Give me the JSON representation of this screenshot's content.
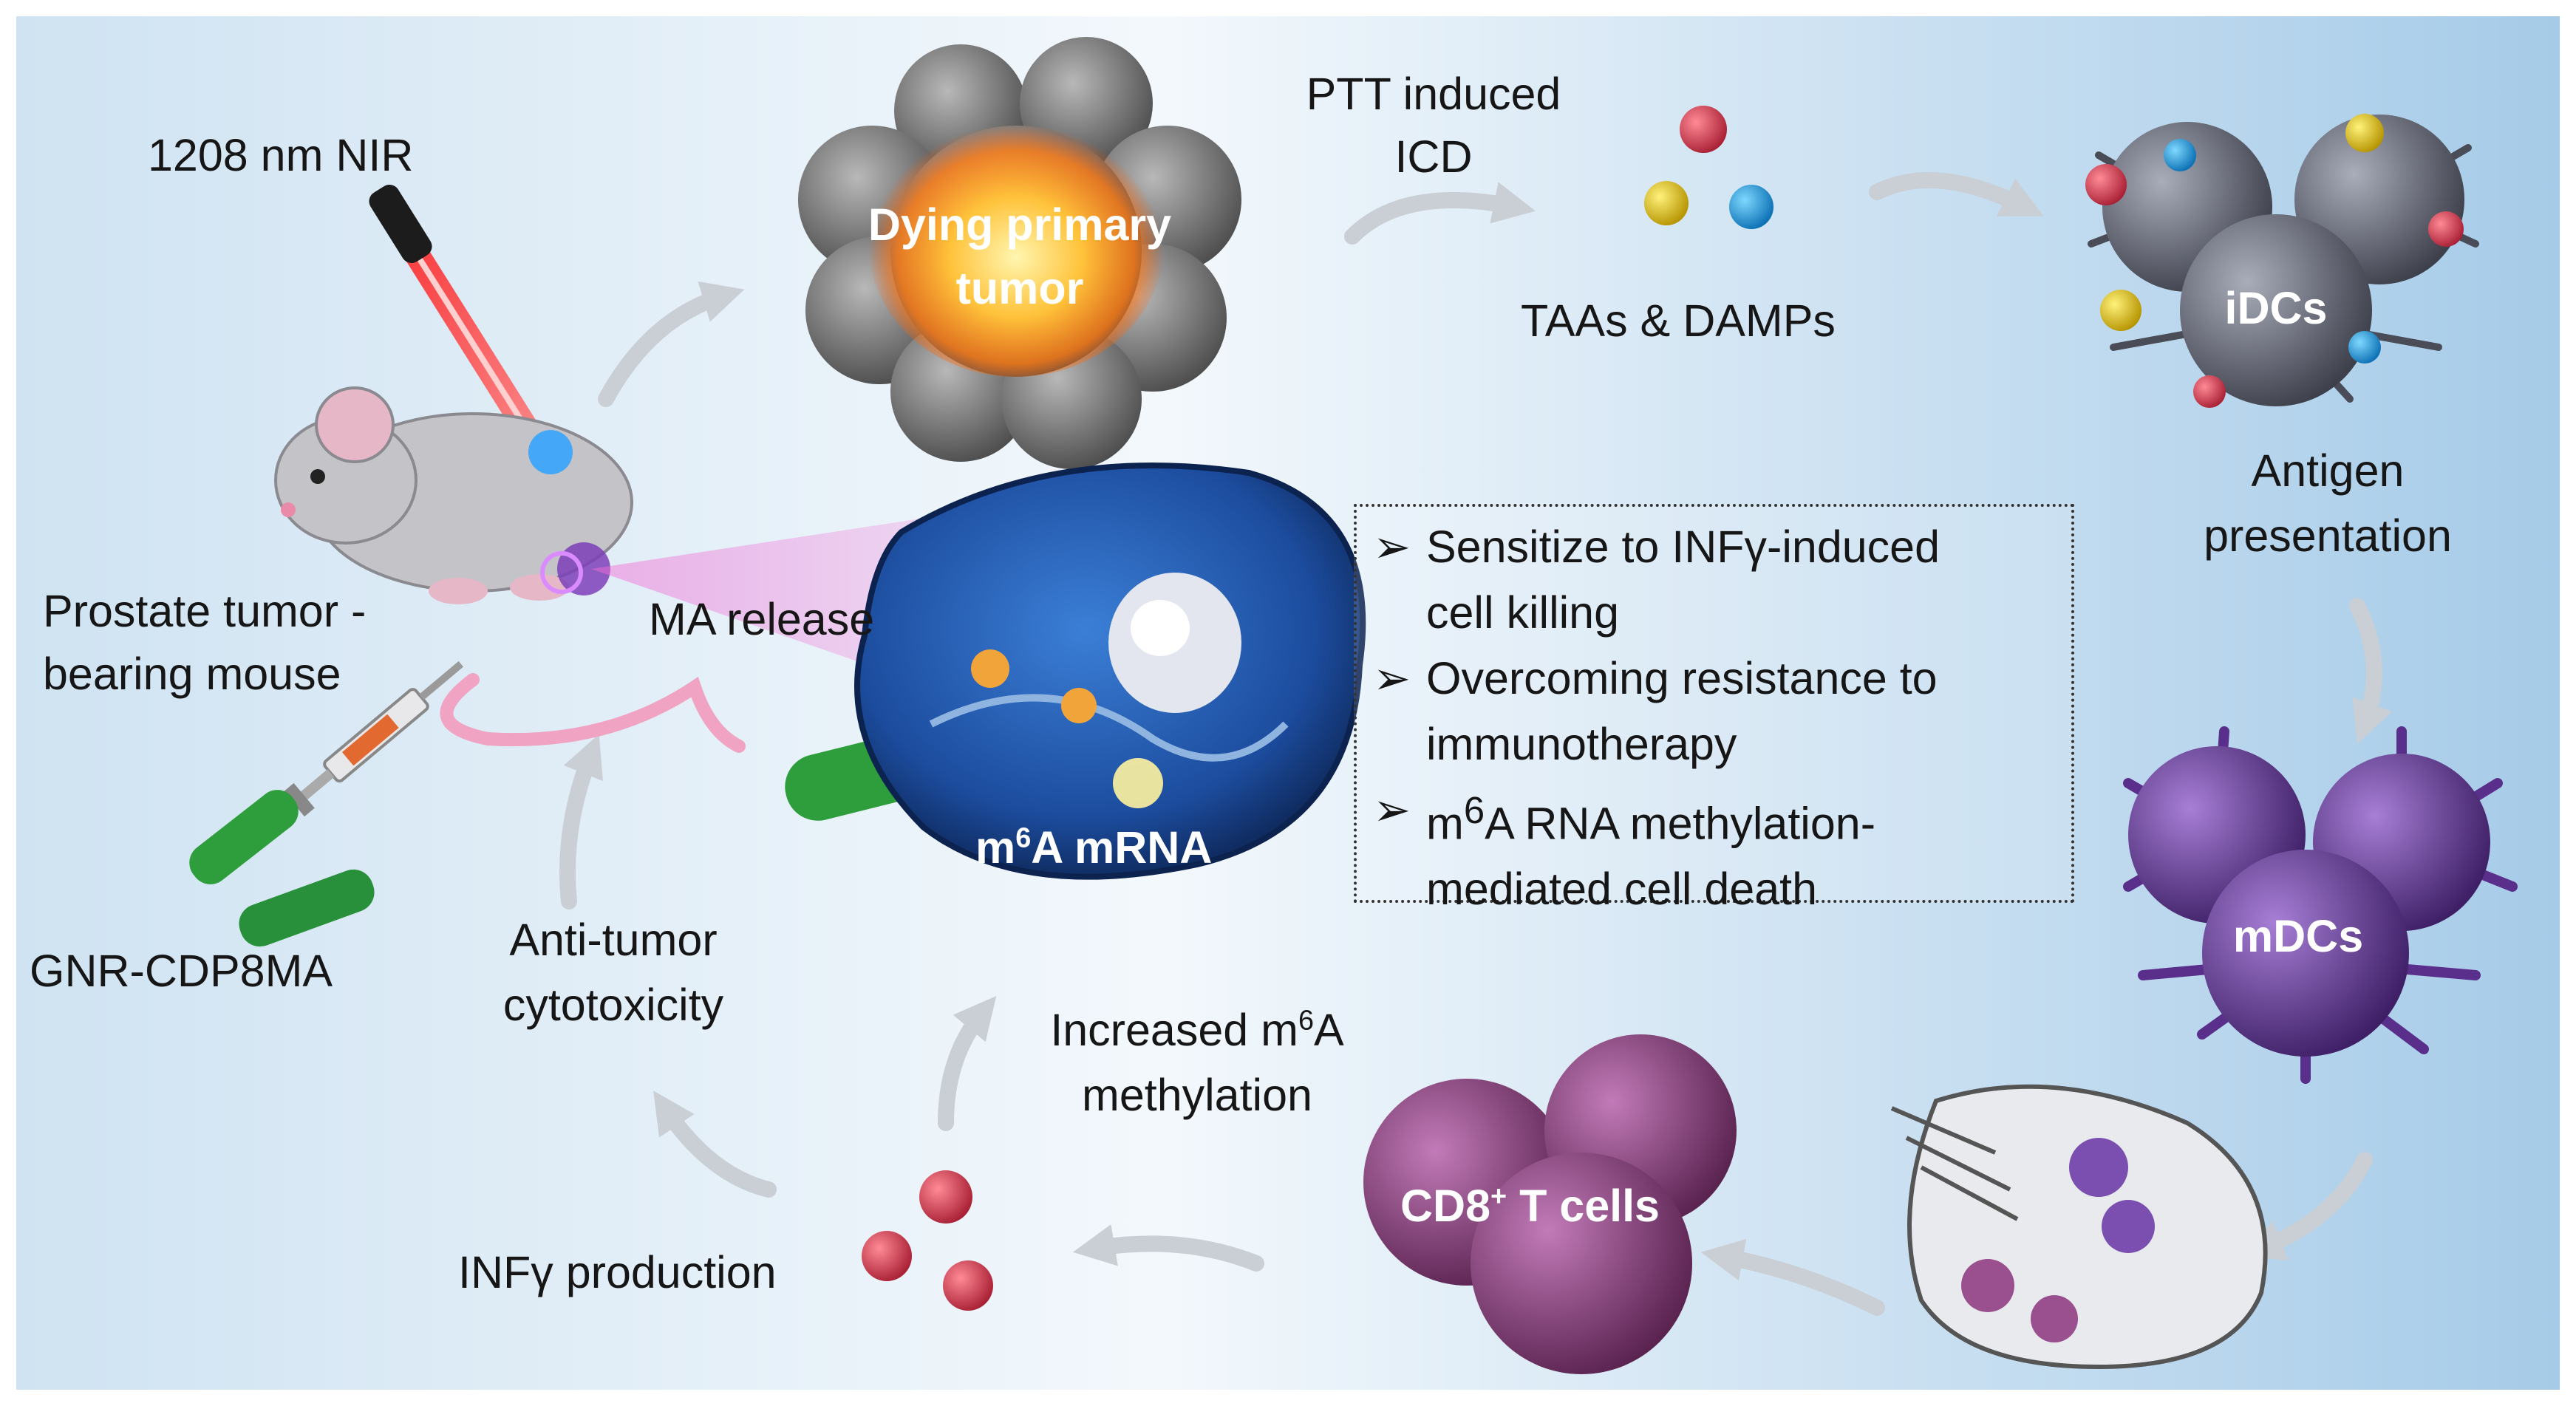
{
  "labels": {
    "nir": "1208 nm NIR",
    "dying_tumor_line1": "Dying primary",
    "dying_tumor_line2": "tumor",
    "ptt_line1": "PTT induced",
    "ptt_line2": "ICD",
    "taas_damps": "TAAs & DAMPs",
    "idcs": "iDCs",
    "antigen_line1": "Antigen",
    "antigen_line2": "presentation",
    "mouse_line1": "Prostate tumor -",
    "mouse_line2": "bearing mouse",
    "ma_release": "MA release",
    "m6a_mrna_m": "m",
    "m6a_mrna_sup": "6",
    "m6a_mrna_rest": "A mRNA",
    "gnr": "GNR-CDP8MA",
    "antitumor_line1": "Anti-tumor",
    "antitumor_line2": "cytotoxicity",
    "increased_prefix": "Increased m",
    "increased_sup": "6",
    "increased_suffix": "A",
    "increased_line2": "methylation",
    "mdcs": "mDCs",
    "cd8_prefix": "CD8",
    "cd8_sup": "+",
    "cd8_suffix": " T cells",
    "infg_production": "INFγ production"
  },
  "effects": {
    "bullet": "➢",
    "item1_line1": "Sensitize to INFγ-induced",
    "item1_line2": "cell killing",
    "item2_line1": "Overcoming resistance to",
    "item2_line2": "immunotherapy",
    "item3_m": "m",
    "item3_sup": "6",
    "item3_line1_rest": "A RNA methylation-",
    "item3_line2": "mediated cell death"
  },
  "colors": {
    "bg_left": "#cfe3f2",
    "bg_mid": "#f3f8fc",
    "bg_right": "#a6cbe8",
    "arrow": "#c9cfd4",
    "laser": "#ff2020",
    "tumor": "#6f6f6f",
    "fire": "#ff9c1a",
    "cell_blue": "#1b3f8a",
    "idc_gray": "#6f7382",
    "mdc_purple": "#6a3f9c",
    "tcell": "#8a3f7f",
    "infg_red": "#d63a4f",
    "gnr_green": "#2e9e3c",
    "mouse_gray": "#c4c4c8",
    "pink_beam": "#f26fd6"
  },
  "icons": [
    "laser-icon",
    "mouse-icon",
    "syringe-icon",
    "gold-nanorod-icon",
    "tumor-icon",
    "antigen-particle-icon",
    "dendritic-cell-icon",
    "lymph-node-icon",
    "t-cell-icon",
    "cytokine-icon",
    "cancer-cell-icon"
  ]
}
